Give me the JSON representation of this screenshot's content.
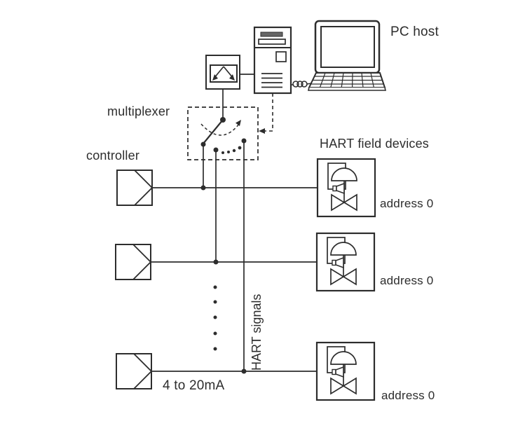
{
  "labels": {
    "pc_host": "PC host",
    "multiplexer": "multiplexer",
    "controller": "controller",
    "field_devices_heading": "HART field devices",
    "hart_signals": "HART signals",
    "current_signal": "4 to 20mA"
  },
  "devices": [
    {
      "address": "address 0"
    },
    {
      "address": "address 0"
    },
    {
      "address": "address 0"
    }
  ],
  "colors": {
    "line": "#2d2d2d",
    "background": "#ffffff",
    "slot_fill": "#666666"
  }
}
